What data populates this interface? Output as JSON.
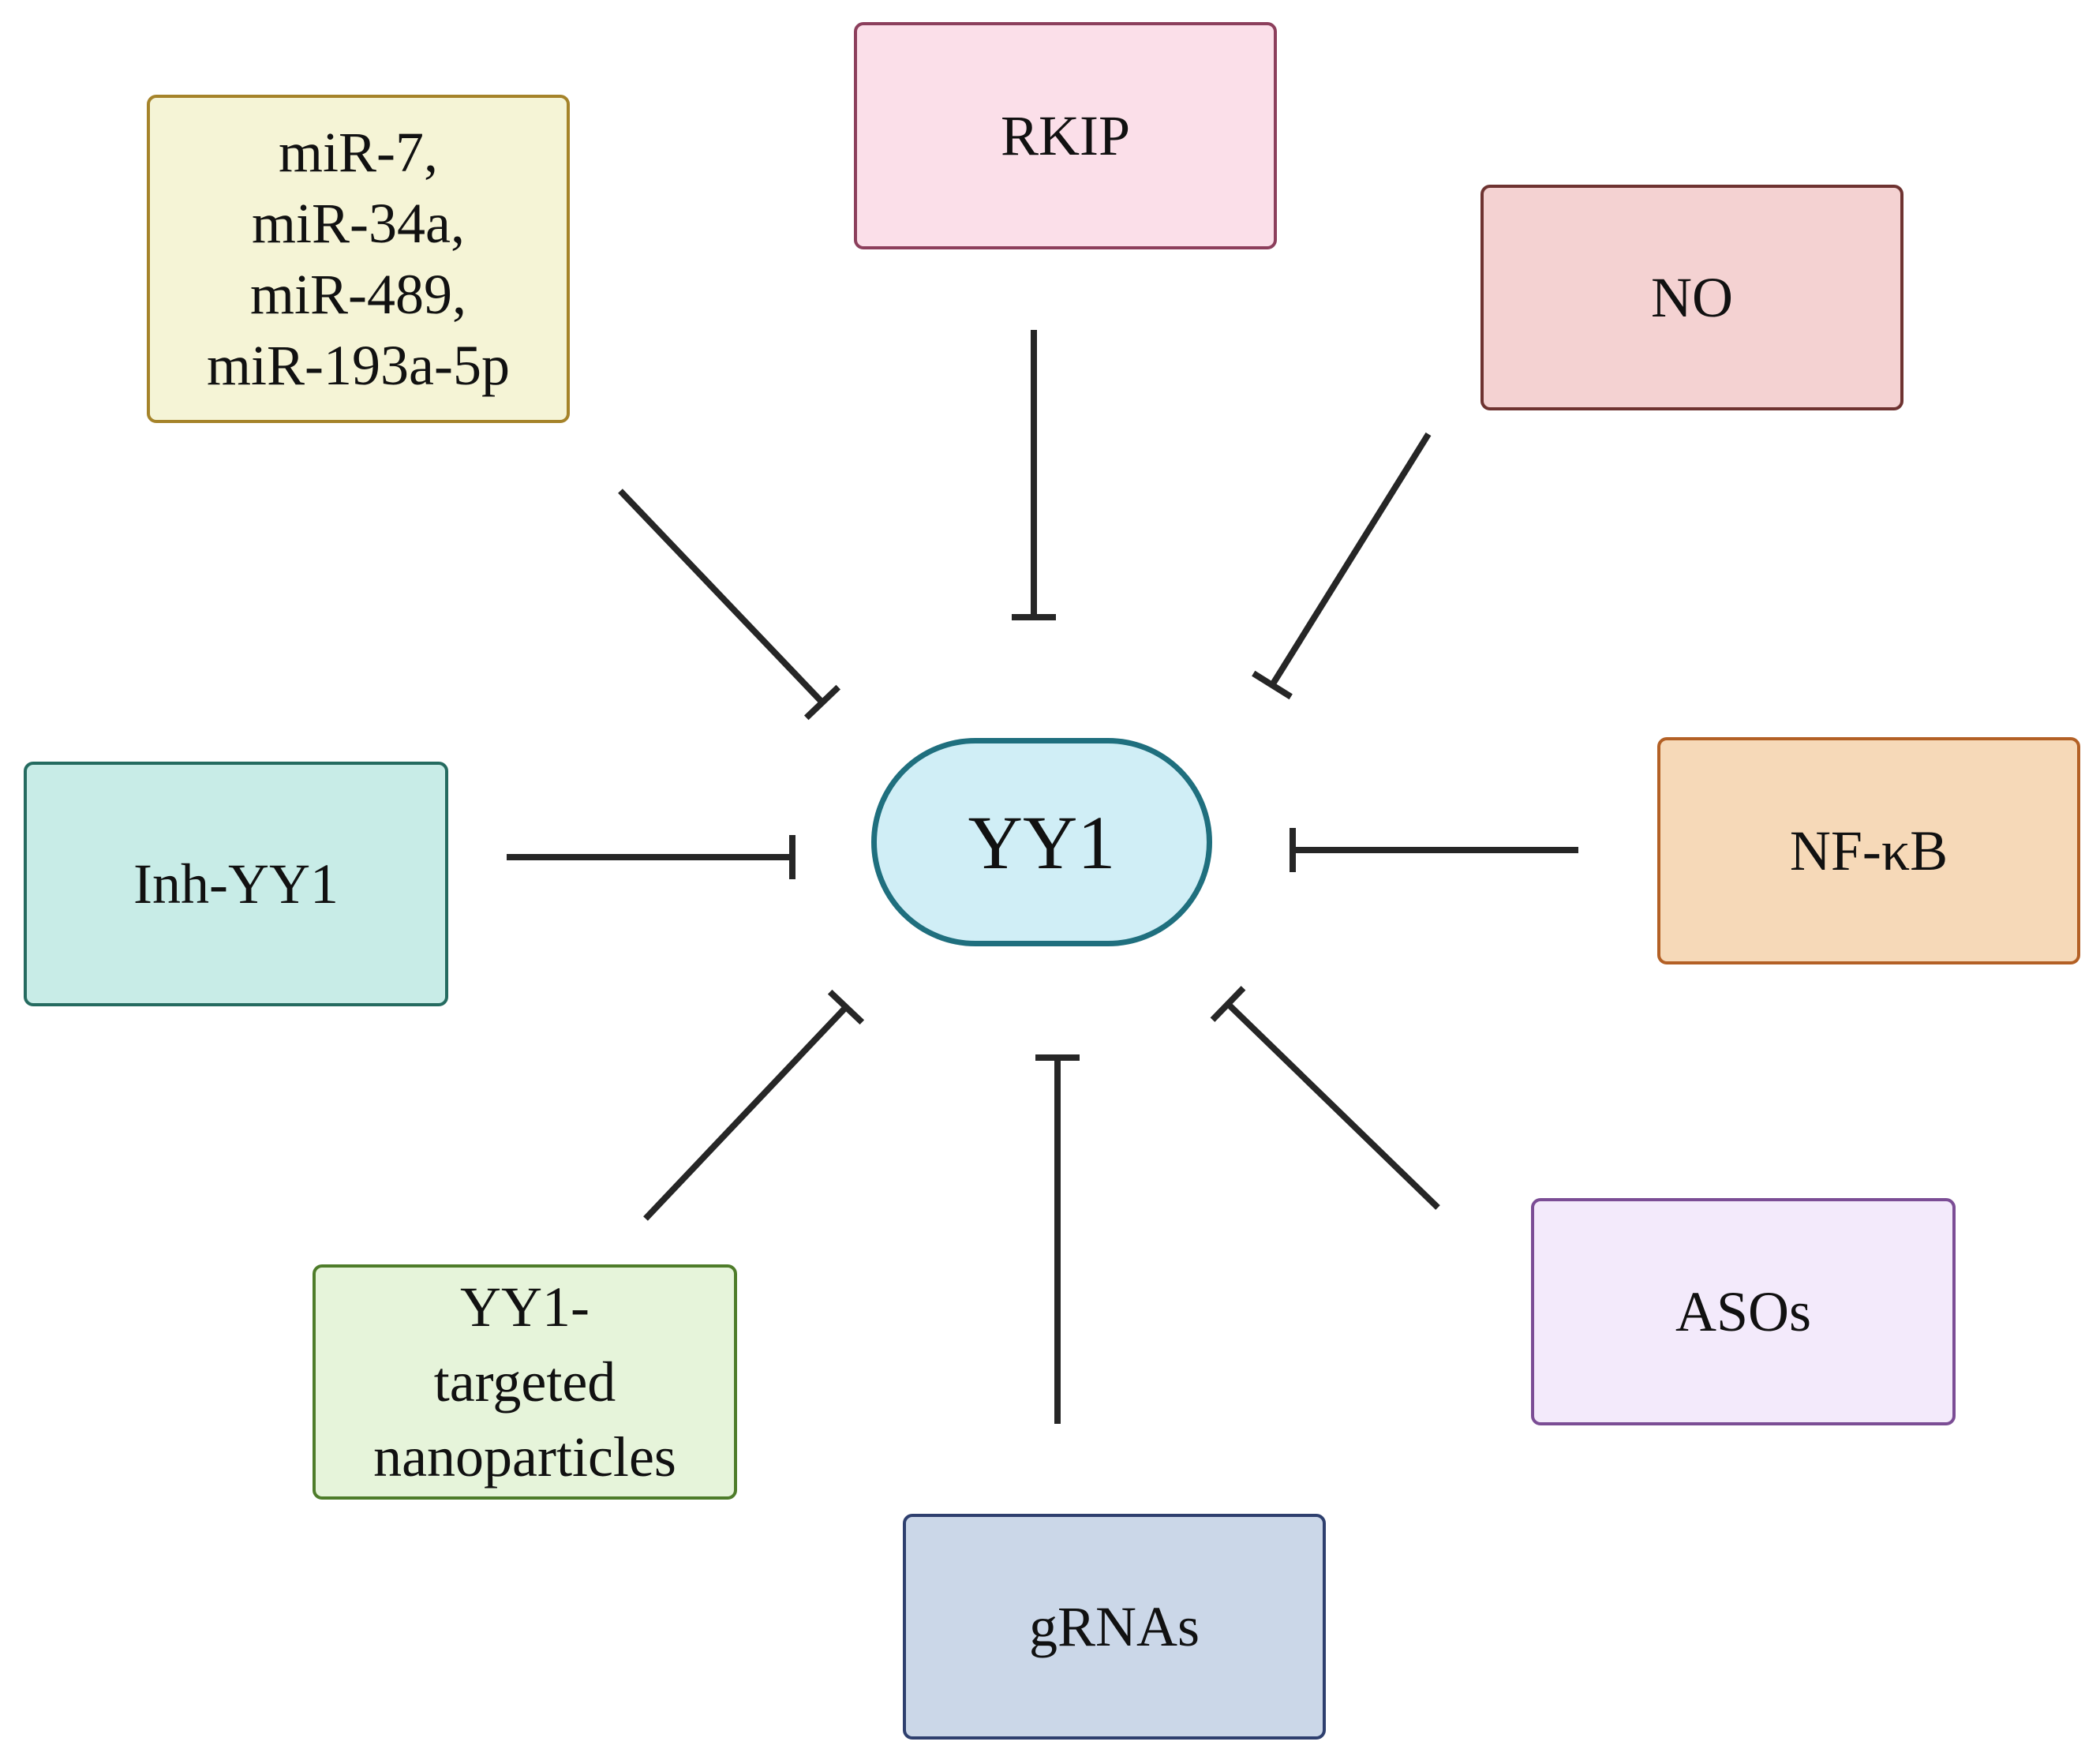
{
  "center": {
    "label": "YY1"
  },
  "nodes": {
    "mirnas": {
      "lines": [
        "miR-7,",
        "miR-34a,",
        "miR-489,",
        "miR-193a-5p"
      ],
      "fill": "#f5f4d6",
      "border": "#a5832a"
    },
    "rkip": {
      "label": "RKIP",
      "fill": "#fbdfe9",
      "border": "#8c3f5c"
    },
    "no": {
      "label": "NO",
      "fill": "#f4d2d2",
      "border": "#6e3331"
    },
    "nfkb": {
      "label": "NF-κB",
      "fill": "#f6d9b8",
      "border": "#b36025"
    },
    "inh_yy1": {
      "label": "Inh-YY1",
      "fill": "#c8ece7",
      "border": "#256b60"
    },
    "nanoparticles": {
      "lines": [
        "YY1-",
        "targeted",
        "nanoparticles"
      ],
      "fill": "#e6f4da",
      "border": "#4e7c2a"
    },
    "grnas": {
      "label": "gRNAs",
      "fill": "#cbd7e8",
      "border": "#2e3f6e"
    },
    "asos": {
      "label": "ASOs",
      "fill": "#f3eafb",
      "border": "#7b4d95"
    }
  },
  "edges": [
    {
      "from": "mirnas",
      "to": "center",
      "type": "inhibition"
    },
    {
      "from": "rkip",
      "to": "center",
      "type": "inhibition"
    },
    {
      "from": "no",
      "to": "center",
      "type": "inhibition"
    },
    {
      "from": "nfkb",
      "to": "center",
      "type": "inhibition"
    },
    {
      "from": "inh_yy1",
      "to": "center",
      "type": "inhibition"
    },
    {
      "from": "nanoparticles",
      "to": "center",
      "type": "inhibition"
    },
    {
      "from": "grnas",
      "to": "center",
      "type": "inhibition"
    },
    {
      "from": "asos",
      "to": "center",
      "type": "inhibition"
    }
  ]
}
